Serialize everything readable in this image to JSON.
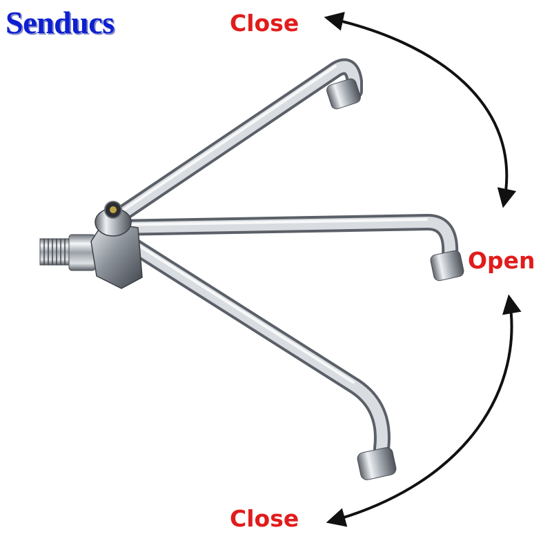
{
  "brand": {
    "name": "Senducs"
  },
  "labels": {
    "close_top": "Close",
    "open": "Open",
    "close_bottom": "Close"
  },
  "colors": {
    "brand": "#0d1fd1",
    "label": "#e11c1c",
    "arrow": "#111111",
    "chrome": "#b8bcc3"
  },
  "product": {
    "description_icons": [
      "swivel-spout",
      "threaded-inlet",
      "valve-body"
    ]
  }
}
